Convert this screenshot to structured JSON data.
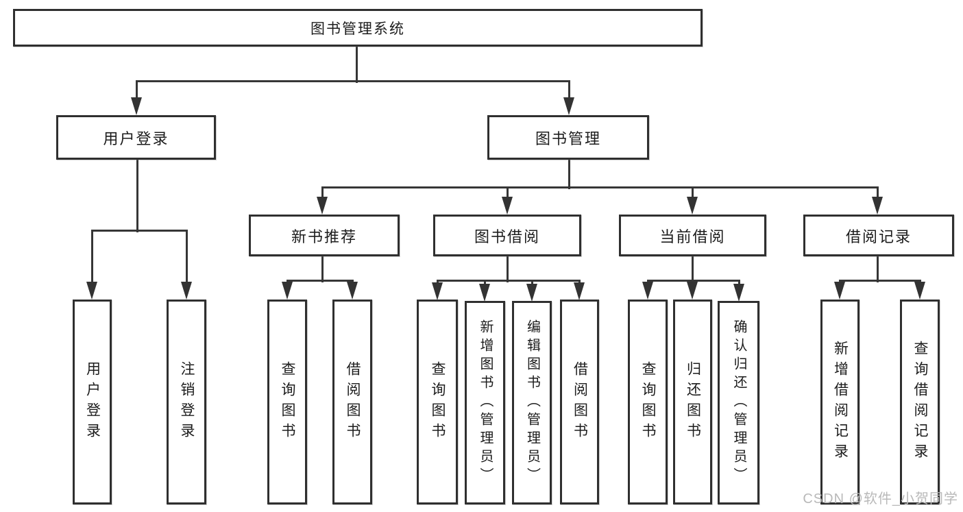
{
  "tree": {
    "root": {
      "label": "图书管理系统",
      "children": [
        {
          "label": "用户登录",
          "children": [
            {
              "label": "用户登录"
            },
            {
              "label": "注销登录"
            }
          ]
        },
        {
          "label": "图书管理",
          "children": [
            {
              "label": "新书推荐",
              "children": [
                {
                  "label": "查询图书"
                },
                {
                  "label": "借阅图书"
                }
              ]
            },
            {
              "label": "图书借阅",
              "children": [
                {
                  "label": "查询图书"
                },
                {
                  "label": "新增图书（管理员）"
                },
                {
                  "label": "编辑图书（管理员）"
                },
                {
                  "label": "借阅图书"
                }
              ]
            },
            {
              "label": "当前借阅",
              "children": [
                {
                  "label": "查询图书"
                },
                {
                  "label": "归还图书"
                },
                {
                  "label": "确认归还（管理员）"
                }
              ]
            },
            {
              "label": "借阅记录",
              "children": [
                {
                  "label": "新增借阅记录"
                },
                {
                  "label": "查询借阅记录"
                }
              ]
            }
          ]
        }
      ]
    }
  },
  "watermark": "CSDN @软件_小贺同学",
  "colors": {
    "background": "#ffffff",
    "line": "#363636",
    "box_border": "#2f2f2f",
    "text": "#1c1c1c",
    "watermark": "#b9b9b9"
  }
}
